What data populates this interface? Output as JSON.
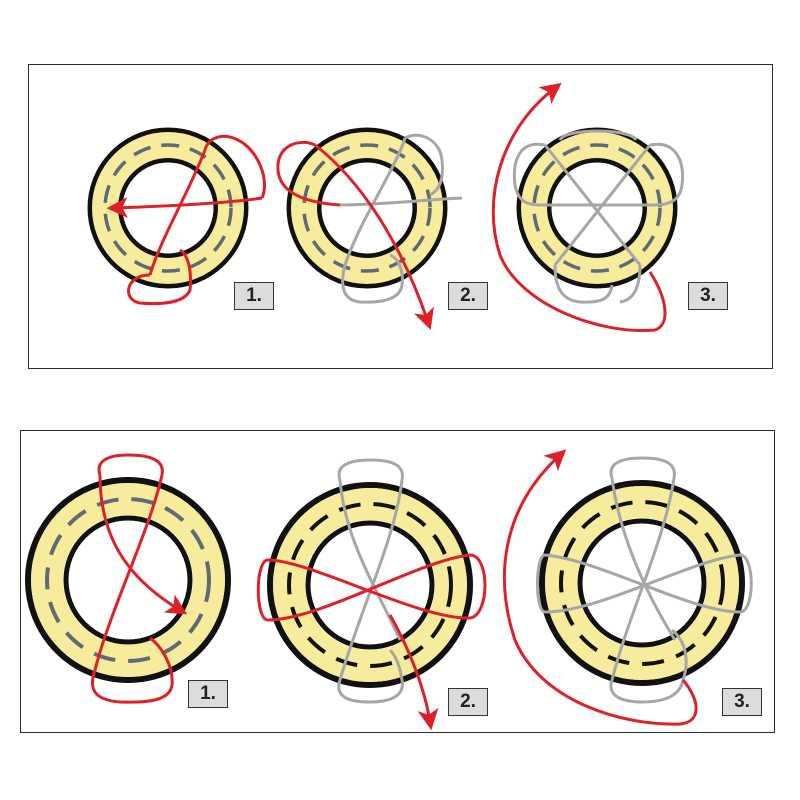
{
  "colors": {
    "ring_fill": "#f6ec9c",
    "ring_outline": "#111111",
    "stitch_top": "#5f6b74",
    "stitch_bottom": "#111111",
    "active_thread": "#e02027",
    "done_thread": "#a6a6a6"
  },
  "top_sequence": {
    "steps": [
      {
        "label": "1."
      },
      {
        "label": "2."
      },
      {
        "label": "3."
      }
    ]
  },
  "bottom_sequence": {
    "steps": [
      {
        "label": "1."
      },
      {
        "label": "2."
      },
      {
        "label": "3."
      }
    ]
  }
}
